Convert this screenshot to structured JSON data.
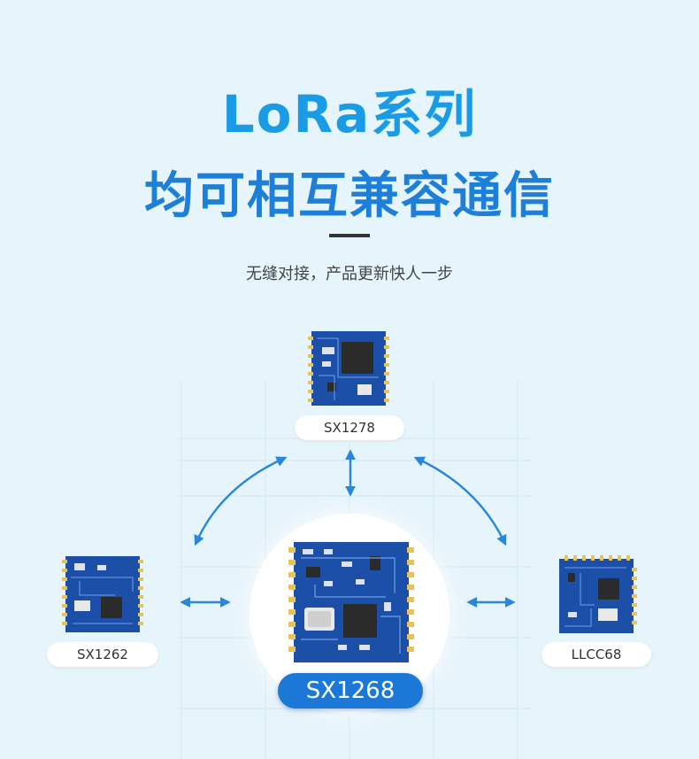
{
  "header": {
    "title": "LoRa系列",
    "subtitle": "均可相互兼容通信",
    "tagline": "无缝对接，产品更新快人一步"
  },
  "modules": {
    "top": "SX1278",
    "left": "SX1262",
    "right": "LLCC68",
    "center": "SX1268"
  },
  "colors": {
    "title": "#1a9be6",
    "subtitle": "#1d7fd8",
    "arrow": "#2a86d8",
    "pcb": "#1c4fa8",
    "center_pill": "#1b78d6"
  }
}
